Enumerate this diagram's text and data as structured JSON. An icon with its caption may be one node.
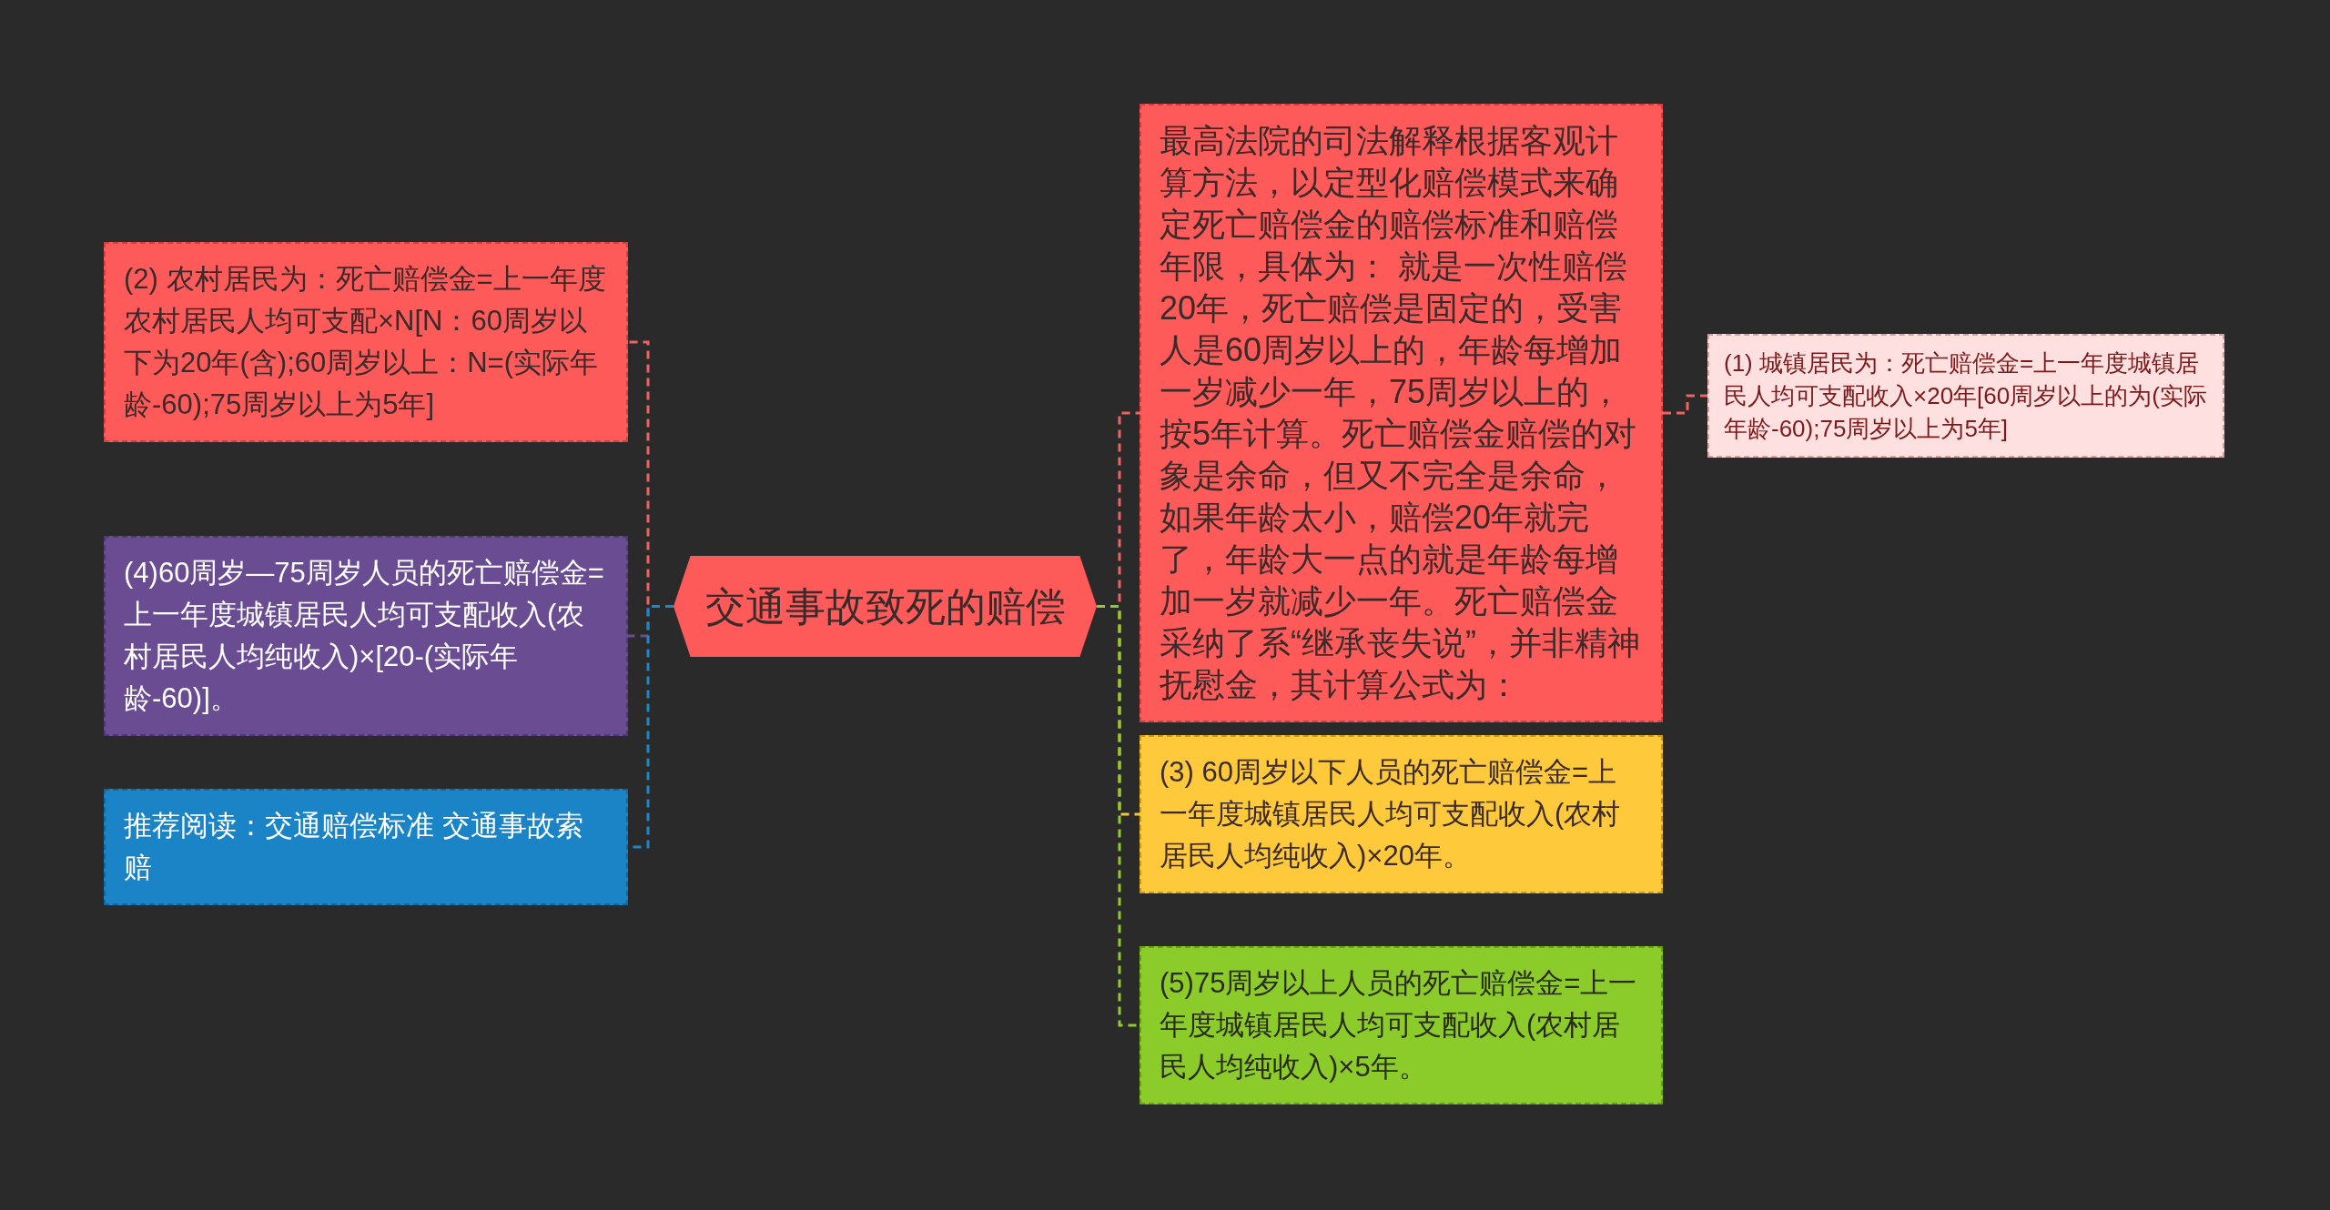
{
  "diagram": {
    "nodes": [
      {
        "text": [
          "交通事故致死的赔偿"
        ]
      },
      {
        "text": [
          "(2) 农村居民为：死亡赔偿金=上一年度农村居民人均可支配×N[N：60周岁以下为20年(含);60周岁以上：N=(实际年龄-60);75周岁以上为5年]"
        ]
      },
      {
        "text": [
          "(4)60周岁—75周岁人员的死亡赔偿金=上一年度城镇居民人均可支配收入(农村居民人均纯收入)×[20-(实际年龄-60)]。"
        ]
      },
      {
        "text": [
          "推荐阅读：交通赔偿标准 交通事故索赔"
        ]
      },
      {
        "text": [
          "最高法院的司法解释根据客观计算方法，以定型化赔偿模式来确定死亡赔偿金的赔偿标准和赔偿年限，具体为： 就是一次性赔偿20年，死亡赔偿是固定的，受害人是60周岁以上的，年龄每增加一岁减少一年，75周岁以上的，按5年计算。死亡赔偿金赔偿的对象是余命，但又不完全是余命，如果年龄太小，赔偿20年就完了，年龄大一点的就是年龄每增加一岁就减少一年。死亡赔偿金采纳了系“继承丧失说”，并非精神抚慰金，其计算公式为："
        ]
      },
      {
        "text": [
          "(1) 城镇居民为：死亡赔偿金=上一年度城镇居民人均可支配收入×20年[60周岁以上的为(实际年龄-60);75周岁以上为5年]"
        ]
      },
      {
        "text": [
          "(3) 60周岁以下人员的死亡赔偿金=上一年度城镇居民人均可支配收入(农村居民人均纯收入)×20年。"
        ]
      },
      {
        "text": [
          "(5)75周岁以上人员的死亡赔偿金=上一年度城镇居民人均可支配收入(农村居民人均纯收入)×5年。"
        ]
      }
    ],
    "edges": [
      {
        "from": 0,
        "to": 1,
        "arrow": "none",
        "style": "dashed",
        "color": "#f06262"
      },
      {
        "from": 0,
        "to": 2,
        "arrow": "none",
        "style": "dashed",
        "color": "#6a4c93"
      },
      {
        "from": 0,
        "to": 3,
        "arrow": "none",
        "style": "dashed",
        "color": "#1f86c8"
      },
      {
        "from": 0,
        "to": 4,
        "arrow": "none",
        "style": "dashed",
        "color": "#f06262"
      },
      {
        "from": 0,
        "to": 6,
        "arrow": "none",
        "style": "dashed",
        "color": "#f2c53a"
      },
      {
        "from": 0,
        "to": 7,
        "arrow": "none",
        "style": "dashed",
        "color": "#8dcc2c"
      },
      {
        "from": 4,
        "to": 5,
        "arrow": "none",
        "style": "dashed",
        "color": "#f06262"
      }
    ]
  }
}
